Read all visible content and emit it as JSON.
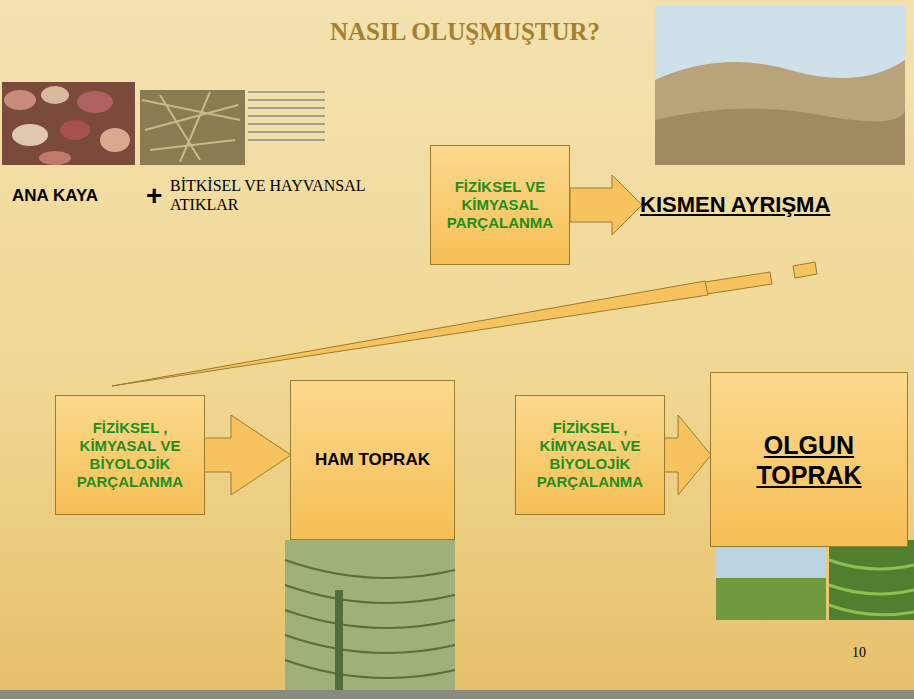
{
  "diagram": {
    "title": "NASIL OLUŞMUŞTUR?",
    "nodes": [
      {
        "text": [
          "FİZİKSEL VE KİMYASAL PARÇALANMA"
        ]
      },
      {
        "text": [
          "FİZİKSEL , KİMYASAL VE BİYOLOJİK PARÇALANMA"
        ]
      },
      {
        "text": [
          "HAM TOPRAK"
        ]
      },
      {
        "text": [
          "FİZİKSEL , KİMYASAL VE BİYOLOJİK PARÇALANMA"
        ]
      },
      {
        "text": [
          "OLGUN TOPRAK"
        ]
      }
    ],
    "edges": [
      {
        "from": 1,
        "to": 2,
        "arrow": "to"
      },
      {
        "from": 3,
        "to": 4,
        "arrow": "to"
      }
    ],
    "labels": [
      "ANA KAYA",
      "+",
      "BİTKİSEL VE HAYVANSAL ATIKLAR",
      "KISMEN AYRIŞMA",
      "10"
    ]
  }
}
